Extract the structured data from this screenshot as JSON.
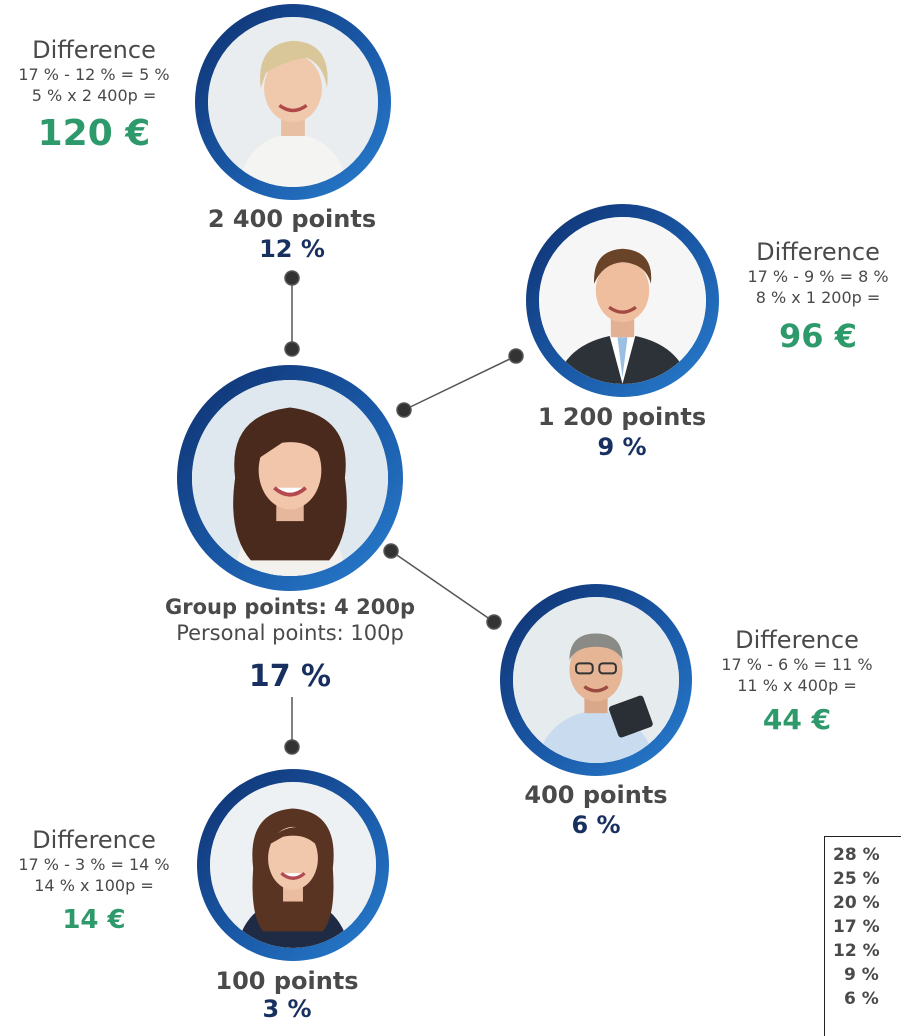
{
  "center": {
    "group_points": "Group points: 4 200p",
    "personal_points": "Personal points: 100p",
    "percent": "17 %"
  },
  "partners": [
    {
      "points": "2 400 points",
      "percent": "12 %",
      "difference": {
        "title": "Difference",
        "line1": "17 % - 12 % = 5 %",
        "line2": "5 % x 2 400p =",
        "amount": "120 €"
      }
    },
    {
      "points": "1 200 points",
      "percent": "9 %",
      "difference": {
        "title": "Difference",
        "line1": "17 % - 9 % = 8 %",
        "line2": "8 % x 1 200p =",
        "amount": "96 €"
      }
    },
    {
      "points": "400 points",
      "percent": "6 %",
      "difference": {
        "title": "Difference",
        "line1": "17 % - 6 % = 11 %",
        "line2": "11 % x 400p =",
        "amount": "44 €"
      }
    },
    {
      "points": "100 points",
      "percent": "3 %",
      "difference": {
        "title": "Difference",
        "line1": "17 % - 3 % = 14 %",
        "line2": "14 % x 100p =",
        "amount": "14 €"
      }
    }
  ],
  "rate_table": [
    "28 %",
    "25 %",
    "20 %",
    "17 %",
    "12 %",
    "9 %",
    "6 %"
  ],
  "colors": {
    "ring": "#1a5aa8",
    "percent": "#17305f",
    "amount": "#2e9a6b",
    "text": "#4a4a4a"
  }
}
